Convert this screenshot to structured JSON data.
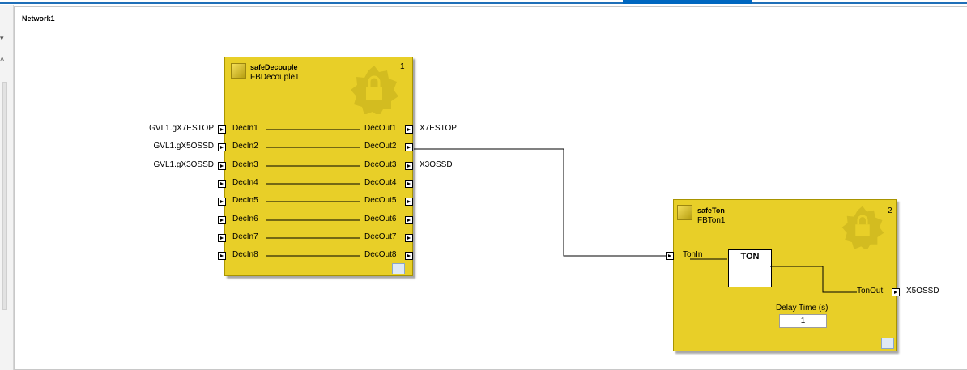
{
  "network": {
    "label": "Network1"
  },
  "fb1": {
    "type": "safeDecouple",
    "instance": "FBDecouple1",
    "number": "1",
    "inputs": [
      {
        "pin": "DecIn1",
        "var": "GVL1.gX7ESTOP"
      },
      {
        "pin": "DecIn2",
        "var": "GVL1.gX5OSSD"
      },
      {
        "pin": "DecIn3",
        "var": "GVL1.gX3OSSD"
      },
      {
        "pin": "DecIn4",
        "var": ""
      },
      {
        "pin": "DecIn5",
        "var": ""
      },
      {
        "pin": "DecIn6",
        "var": ""
      },
      {
        "pin": "DecIn7",
        "var": ""
      },
      {
        "pin": "DecIn8",
        "var": ""
      }
    ],
    "outputs": [
      {
        "pin": "DecOut1",
        "var": "X7ESTOP"
      },
      {
        "pin": "DecOut2",
        "var": ""
      },
      {
        "pin": "DecOut3",
        "var": "X3OSSD"
      },
      {
        "pin": "DecOut4",
        "var": ""
      },
      {
        "pin": "DecOut5",
        "var": ""
      },
      {
        "pin": "DecOut6",
        "var": ""
      },
      {
        "pin": "DecOut7",
        "var": ""
      },
      {
        "pin": "DecOut8",
        "var": ""
      }
    ]
  },
  "fb2": {
    "type": "safeTon",
    "instance": "FBTon1",
    "number": "2",
    "input_pin": "TonIn",
    "output_pin": "TonOut",
    "output_var": "X5OSSD",
    "ton_label": "TON",
    "delay_label": "Delay Time (s)",
    "delay_value": "1"
  },
  "colors": {
    "block": "#e8cf28",
    "accent": "#0067c0"
  },
  "icons": {
    "header": "safety-block-icon",
    "watermark": "lock-gear-icon",
    "port": "port-arrow-icon"
  }
}
